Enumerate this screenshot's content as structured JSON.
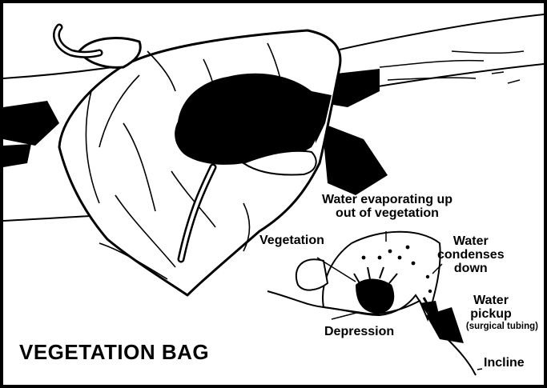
{
  "title": "VEGETATION BAG",
  "labels": {
    "evaporating_line1": "Water evaporating up",
    "evaporating_line2": "out of vegetation",
    "vegetation": "Vegetation",
    "condenses_line1": "Water",
    "condenses_line2": "condenses",
    "condenses_line3": "down",
    "pickup_line1": "Water",
    "pickup_line2": "pickup",
    "pickup_line3": "(surgical tubing)",
    "depression": "Depression",
    "incline": "Incline"
  },
  "colors": {
    "ink": "#000000",
    "paper": "#ffffff"
  }
}
